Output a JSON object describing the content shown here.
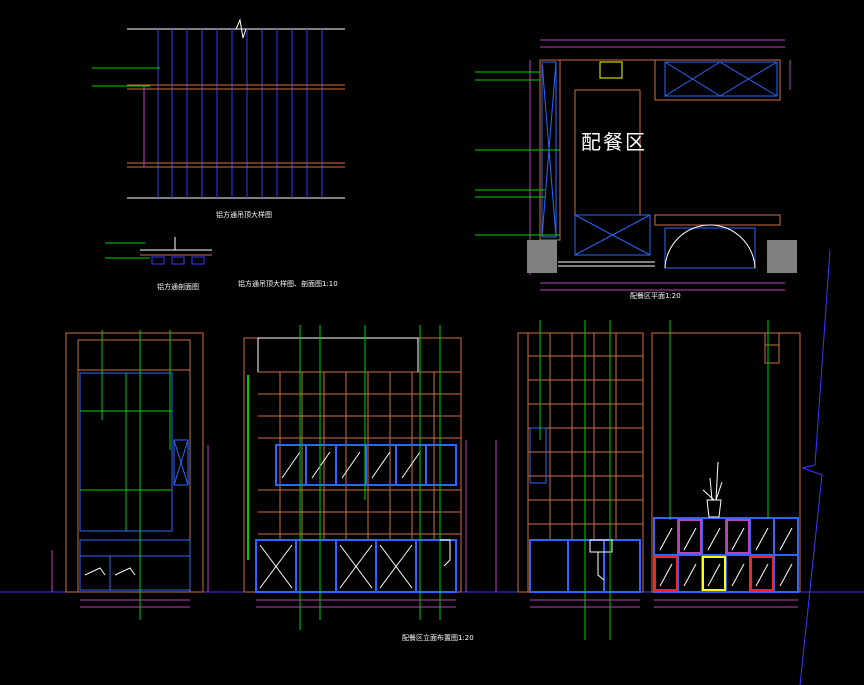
{
  "titles": {
    "ceiling_detail": "铝方通吊顶大样图",
    "ceiling_section": "铝方通剖面图",
    "ceiling_combined": "铝方通吊顶大样图、剖面图1:10",
    "pantry_plan": "配餐区平面1:20",
    "elevation": "配餐区立面布置图1:20"
  },
  "room_label": "配餐区",
  "colors": {
    "background": "#000000",
    "wall": "#d0703c",
    "dimension": "#c040c0",
    "leader": "#00d000",
    "cabinet": "#2c66ff",
    "ceiling": "#4040ff",
    "white": "#ffffff",
    "red": "#ff2020",
    "yellow": "#ffff00",
    "grey": "#808080"
  }
}
